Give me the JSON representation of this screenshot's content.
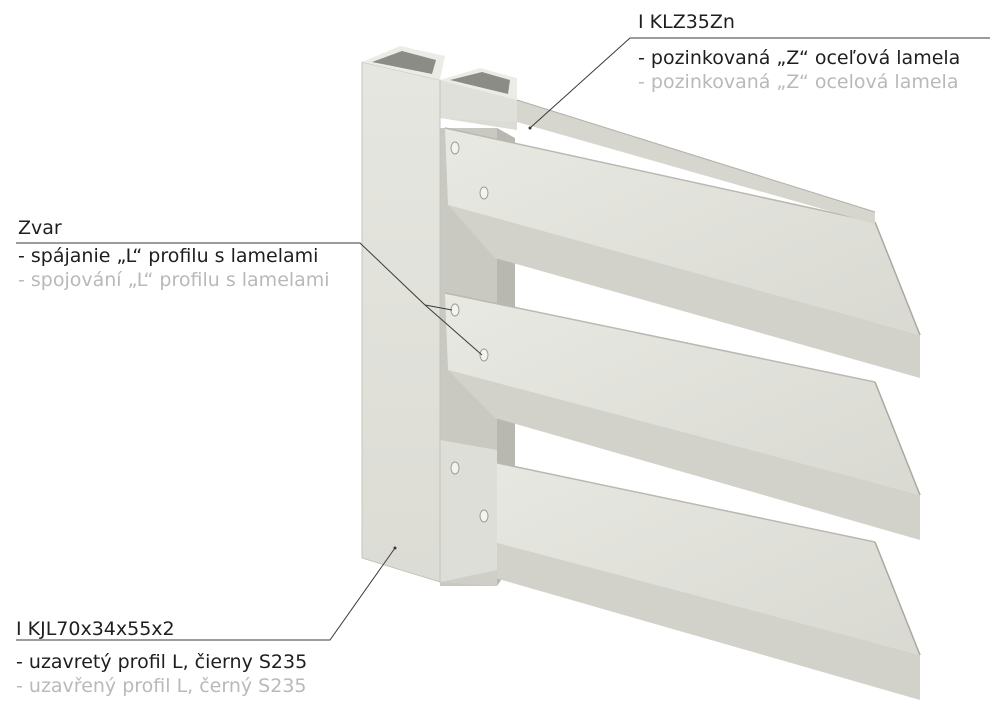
{
  "labels": {
    "top_right": {
      "code": "I KLZ35Zn",
      "line_sk": "- pozinkovaná „Z“ oceľová lamela",
      "line_cz": "- pozinkovaná „Z“ ocelová lamela"
    },
    "middle_left": {
      "code": "Zvar",
      "line_sk": "- spájanie „L“ profilu s lamelami",
      "line_cz": "- spojování „L“ profilu s lamelami"
    },
    "bottom_left": {
      "code": "I KJL70x34x55x2",
      "line_sk": "- uzavretý profil L, čierny S235",
      "line_cz": "- uzavřený profil L, černý S235"
    }
  },
  "colors": {
    "text_primary": "#1e1e1e",
    "text_secondary": "#b9b9b9",
    "leader_line": "#3a3a3a",
    "steel_light": "#e4e4dd",
    "steel_mid": "#cfcfc7",
    "steel_dark": "#b9b9b2",
    "weld_spot": "#f3f3ef"
  }
}
